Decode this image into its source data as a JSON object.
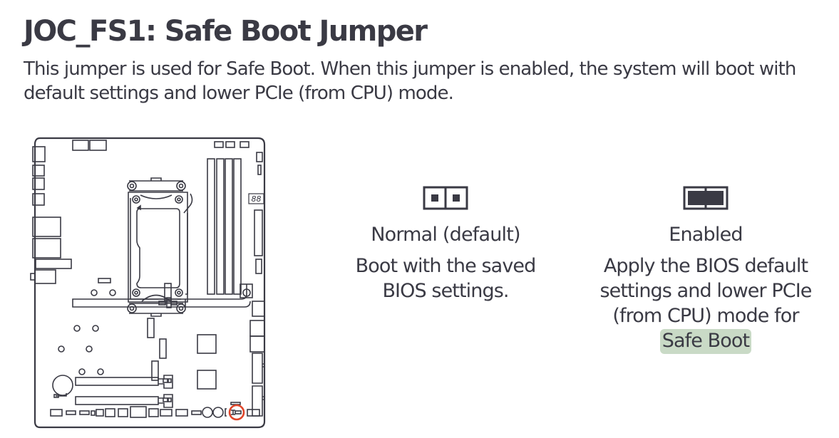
{
  "heading": {
    "title": "JOC_FS1: Safe Boot Jumper",
    "intro": "This jumper is used for Safe Boot. When this jumper is enabled, the system will boot with default settings and lower PCIe (from CPU) mode."
  },
  "diagram": {
    "description": "motherboard-layout",
    "debug_led_text": "88",
    "highlighted_component": "JOC_FS1",
    "highlight_color": "#e0462a",
    "line_color": "#3a3a44"
  },
  "options": [
    {
      "icon": "jumper-open-icon",
      "label": "Normal (default)",
      "description_lines": [
        "Boot with the saved",
        "BIOS settings."
      ]
    },
    {
      "icon": "jumper-closed-icon",
      "label": "Enabled",
      "description_lines": [
        "Apply the BIOS default",
        "settings and lower PCIe",
        "(from CPU) mode for"
      ],
      "highlight_text": "Safe Boot",
      "highlight_color": "#c9dac6"
    }
  ],
  "colors": {
    "text": "#3a3a44",
    "background": "#ffffff"
  }
}
